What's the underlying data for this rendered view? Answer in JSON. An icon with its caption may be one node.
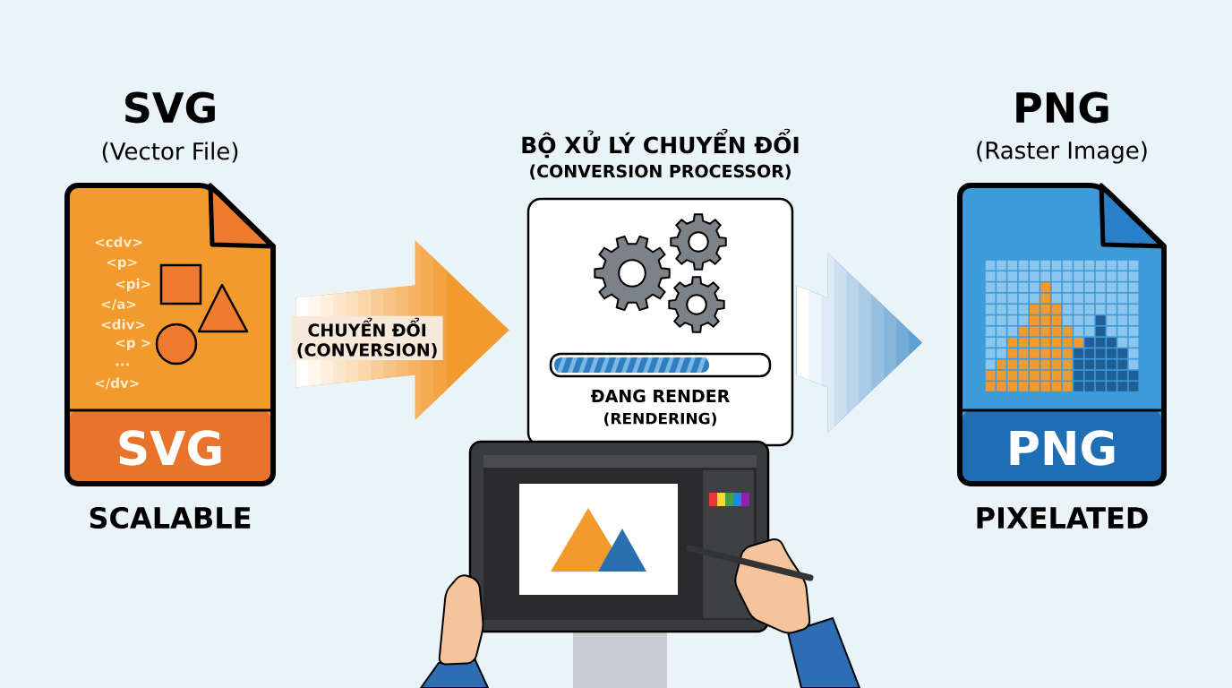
{
  "diagram": {
    "nodes": [
      {
        "text": [
          "SVG",
          "(Vector File)",
          "SVG"
        ],
        "beside": [
          "SCALABLE"
        ]
      },
      {
        "text": [
          "BỘ XỬ LÝ CHUYỂN ĐỔI",
          "(CONVERSION PROCESSOR)",
          "ĐANG RENDER",
          "(RENDERING)"
        ]
      },
      {
        "text": [
          "PNG",
          "(Raster Image)",
          "PNG"
        ],
        "beside": [
          "PIXELATED"
        ]
      }
    ],
    "edges": [
      {
        "from": 0,
        "to": 1,
        "arrow": "to",
        "label": "CHUYỂN ĐỔI (CONVERSION)",
        "color": "#f29a2e"
      },
      {
        "from": 1,
        "to": 2,
        "arrow": "to",
        "color": "#2e7fc2"
      }
    ],
    "labels": [
      "<cdv>",
      "<p>",
      "<pi>",
      "</a>",
      "<div>",
      "<p >",
      "...",
      "</dv>"
    ]
  }
}
